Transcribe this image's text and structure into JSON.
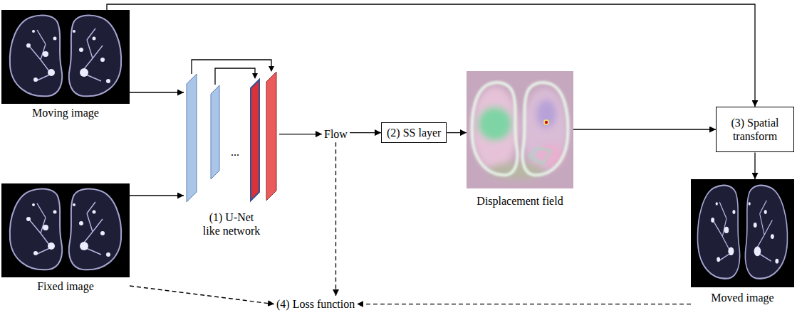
{
  "diagram": {
    "nodes": [
      {
        "text": [
          "Moving image"
        ]
      },
      {
        "text": [
          "Fixed image"
        ]
      },
      {
        "text": [
          "(1) U-Net like network"
        ]
      },
      {
        "text": [
          "Flow"
        ]
      },
      {
        "text": [
          "(2) SS layer"
        ]
      },
      {
        "text": [
          "Displacement field"
        ]
      },
      {
        "text": [
          "(3) Spatial transform"
        ]
      },
      {
        "text": [
          "Moved image"
        ]
      },
      {
        "text": [
          "(4) Loss function"
        ]
      }
    ],
    "edges": [
      {
        "from": 0,
        "to": 2,
        "arrow": "to"
      },
      {
        "from": 1,
        "to": 2,
        "arrow": "to"
      },
      {
        "from": 2,
        "to": 3,
        "arrow": "to"
      },
      {
        "from": 3,
        "to": 4,
        "arrow": "to"
      },
      {
        "from": 4,
        "to": 5,
        "arrow": "to"
      },
      {
        "from": 5,
        "to": 6,
        "arrow": "to"
      },
      {
        "from": 0,
        "to": 6,
        "arrow": "to"
      },
      {
        "from": 6,
        "to": 7,
        "arrow": "to"
      },
      {
        "from": 3,
        "to": 8,
        "arrow": "to"
      },
      {
        "from": 1,
        "to": 8,
        "arrow": "to"
      },
      {
        "from": 7,
        "to": 8,
        "arrow": "to"
      }
    ],
    "labels": [
      "..."
    ]
  }
}
